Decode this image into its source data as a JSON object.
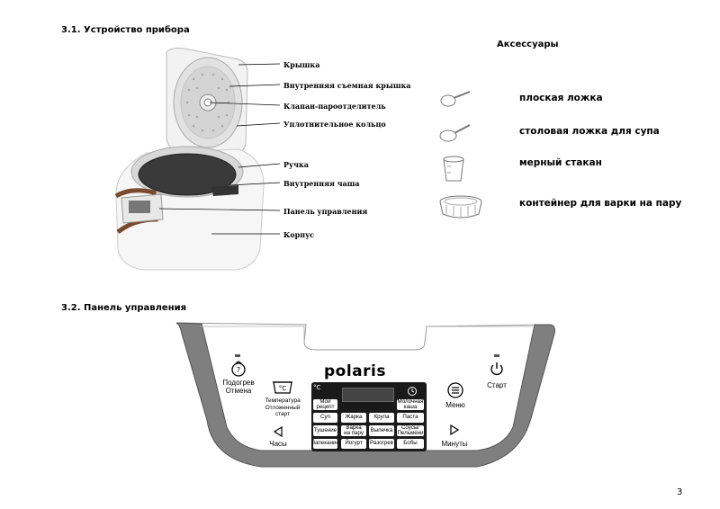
{
  "section1": {
    "title": "3.1. Устройство прибора",
    "labels": [
      "Крышка",
      "Внутренняя съемная крышка",
      "Клапан-пароотделитель",
      "Уплотнительное кольцо",
      "Ручка",
      "Внутренняя чаша",
      "Панель управления",
      "Корпус"
    ]
  },
  "accessories": {
    "title": "Аксессуары",
    "items": [
      "плоская ложка",
      "столовая ложка для супа",
      "мерный стакан",
      "контейнер для варки на пару"
    ]
  },
  "section2": {
    "title": "3.2. Панель управления"
  },
  "panel": {
    "brand": "polaris",
    "warm": "Подогрев\nОтмена",
    "temp": "Температура\nОтложенный\nстарт",
    "hours": "Часы",
    "start": "Старт",
    "menu": "Меню",
    "minutes": "Минуты",
    "buttons": {
      "my_recipe": "Мой\nрецепт",
      "milk": "Молочная\nкаша",
      "soup": "Суп",
      "fry": "Жарка",
      "grain": "Крупа",
      "pasta": "Паста",
      "stew": "Тушение",
      "steam": "Варка\nна пару",
      "bake": "Выпечка",
      "sauce": "Соусы/\nПельмени",
      "gratin": "Запекание",
      "yogurt": "Йогурт",
      "reheat": "Разогрев",
      "beans": "Бобы"
    },
    "display_icon_left": "°C"
  },
  "page_number": "3"
}
